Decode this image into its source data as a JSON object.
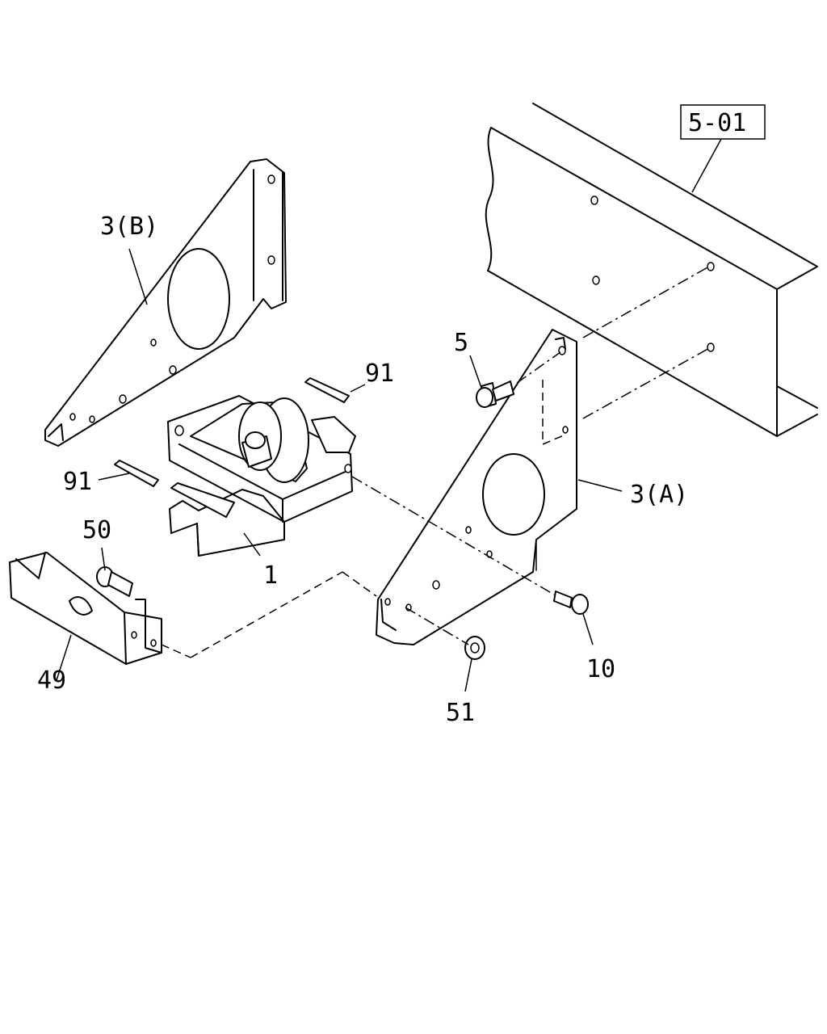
{
  "reference": {
    "label": "5-01"
  },
  "callouts": [
    {
      "id": "c-3b",
      "label": "3(B)"
    },
    {
      "id": "c-91a",
      "label": "91"
    },
    {
      "id": "c-5",
      "label": "5"
    },
    {
      "id": "c-91b",
      "label": "91"
    },
    {
      "id": "c-3a",
      "label": "3(A)"
    },
    {
      "id": "c-50",
      "label": "50"
    },
    {
      "id": "c-1",
      "label": "1"
    },
    {
      "id": "c-10",
      "label": "10"
    },
    {
      "id": "c-49",
      "label": "49"
    },
    {
      "id": "c-51",
      "label": "51"
    }
  ]
}
